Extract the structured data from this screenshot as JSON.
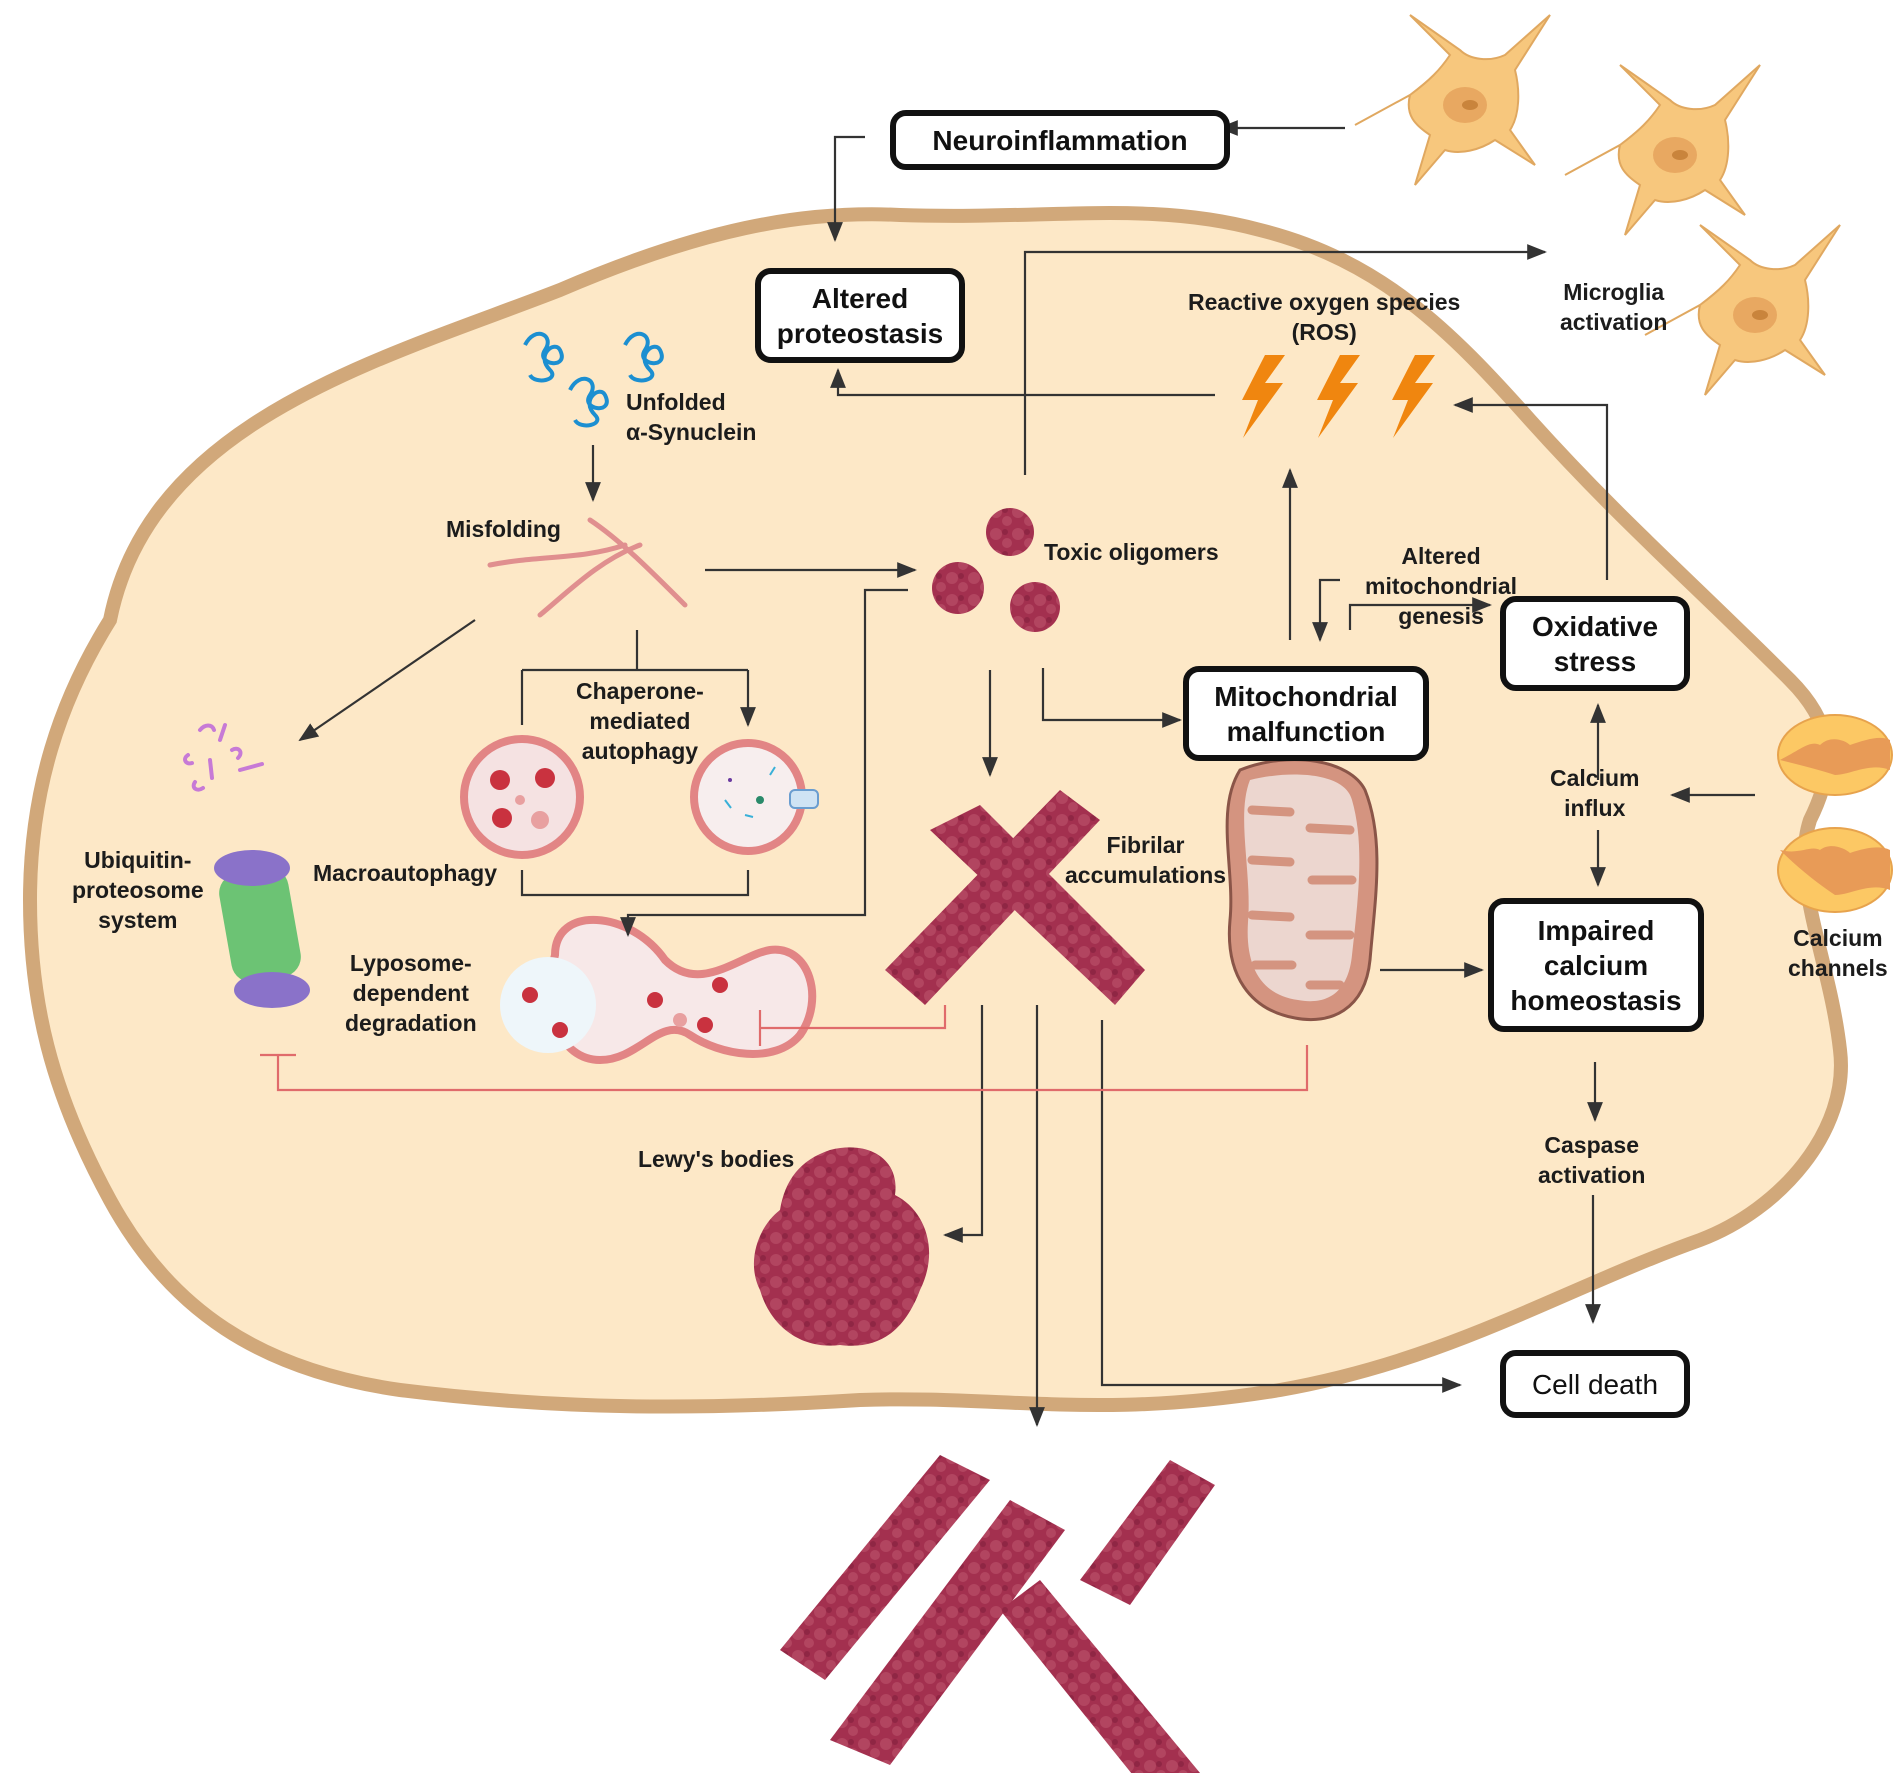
{
  "diagram": {
    "topic": "alpha-synuclein pathology in a neuron",
    "colors": {
      "cytoplasm": "#fde8c7",
      "membrane": "#d1a87a",
      "aggregate": "#a3304f",
      "inhibition_line": "#e06b6b",
      "arrow": "#333333",
      "ros": "#f0860f",
      "microglia": "#f7c77d",
      "alpha_synuclein": "#1c8fd1",
      "proteasome_core": "#6cc374",
      "proteasome_cap": "#8a72c9",
      "ubiquitin_fragments": "#c77ad6"
    },
    "boxes": {
      "neuroinflammation": "Neuroinflammation",
      "altered_proteostasis": "Altered proteostasis",
      "mitochondrial_malfunction": "Mitochondrial malfunction",
      "oxidative_stress": "Oxidative stress",
      "impaired_calcium_homeostasis": "Impaired calcium homeostasis",
      "cell_death": "Cell death"
    },
    "labels": {
      "unfolded_synuclein_line1": "Unfolded",
      "unfolded_synuclein_line2": "α-Synuclein",
      "misfolding": "Misfolding",
      "toxic_oligomers": "Toxic oligomers",
      "ros_line1": "Reactive oxygen species",
      "ros_line2": "(ROS)",
      "microglia_line1": "Microglia",
      "microglia_line2": "activation",
      "altered_mito_line1": "Altered",
      "altered_mito_line2": "mitochondrial",
      "altered_mito_line3": "genesis",
      "cma_line1": "Chaperone-",
      "cma_line2": "mediated",
      "cma_line3": "autophagy",
      "macroautophagy": "Macroautophagy",
      "ups_line1": "Ubiquitin-",
      "ups_line2": "proteosome",
      "ups_line3": "system",
      "lysosome_line1": "Lyposome-",
      "lysosome_line2": "dependent",
      "lysosome_line3": "degradation",
      "fibrilar_line1": "Fibrilar",
      "fibrilar_line2": "accumulations",
      "lewy_bodies": "Lewy's bodies",
      "calcium_influx_line1": "Calcium",
      "calcium_influx_line2": "influx",
      "calcium_channels_line1": "Calcium",
      "calcium_channels_line2": "channels",
      "caspase_line1": "Caspase",
      "caspase_line2": "activation"
    },
    "icons": [
      "microglia-cell-icon",
      "alpha-synuclein-coil-icon",
      "misfolded-fibril-icon",
      "oligomer-cluster-icon",
      "ros-lightning-icon",
      "ubiquitin-fragments-icon",
      "proteasome-icon",
      "autophagosome-icon",
      "cma-lysosome-icon",
      "autolysosome-icon",
      "fibril-x-icon",
      "mitochondrion-icon",
      "lewy-body-icon",
      "calcium-channel-icon",
      "extracellular-fibrils-icon"
    ]
  }
}
